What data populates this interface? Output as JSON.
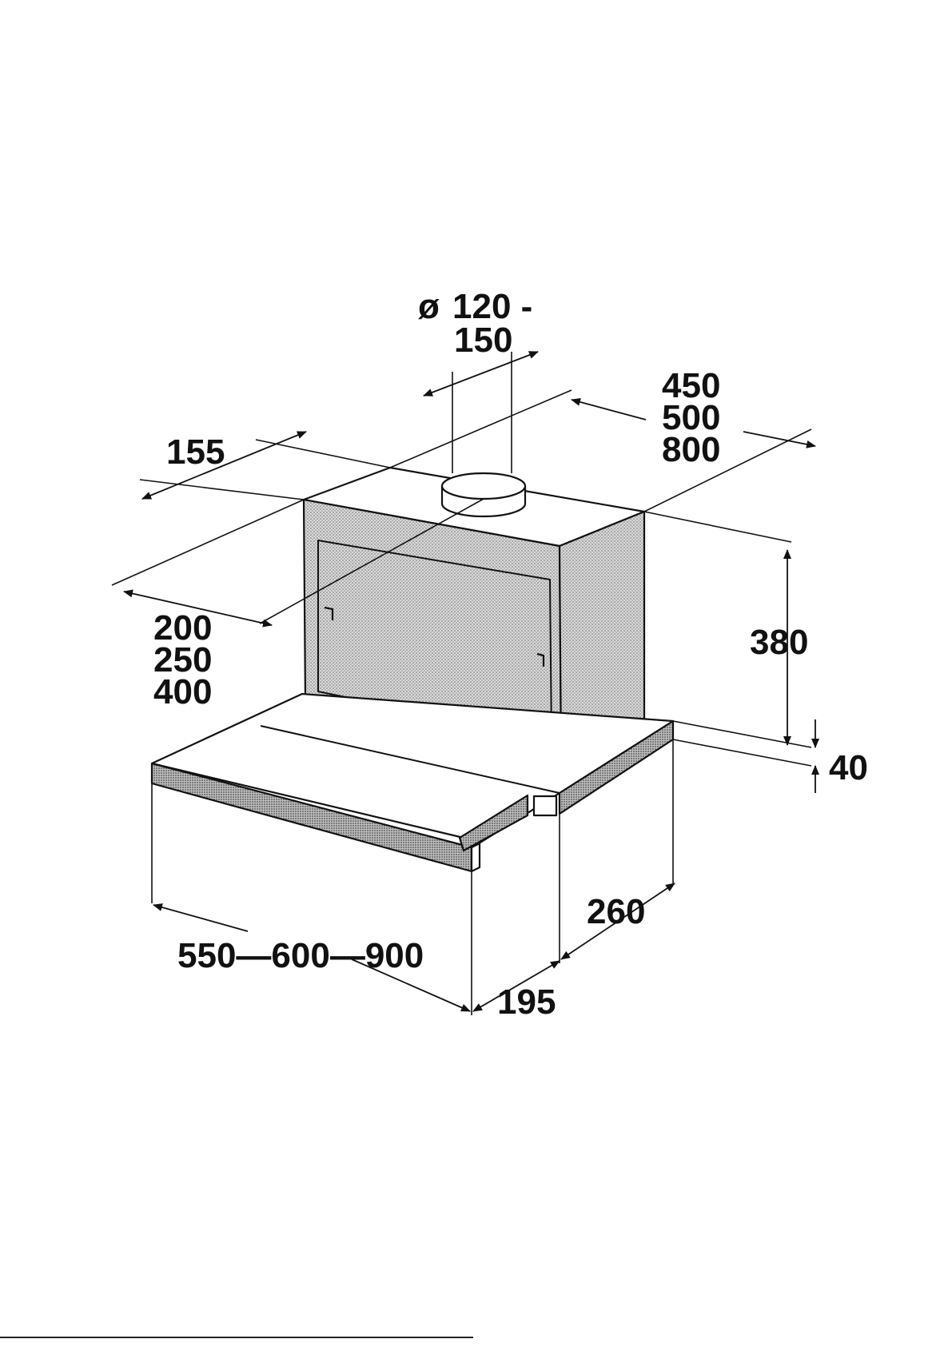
{
  "dimensions": {
    "duct_diameter_symbol": "ø",
    "duct_diameter_line1": "120 -",
    "duct_diameter_line2": "150",
    "width_options": [
      "450",
      "500",
      "800"
    ],
    "depth_offset": "155",
    "duct_offset_options": [
      "200",
      "250",
      "400"
    ],
    "body_height": "380",
    "panel_thickness": "40",
    "visor_width": "550—600—900",
    "visor_depth_extended": "260",
    "visor_depth_retracted": "195"
  },
  "colors": {
    "line": "#111111",
    "shade": "#c8c8c8",
    "shade_dark": "#9a9a9a",
    "paper": "#ffffff"
  }
}
